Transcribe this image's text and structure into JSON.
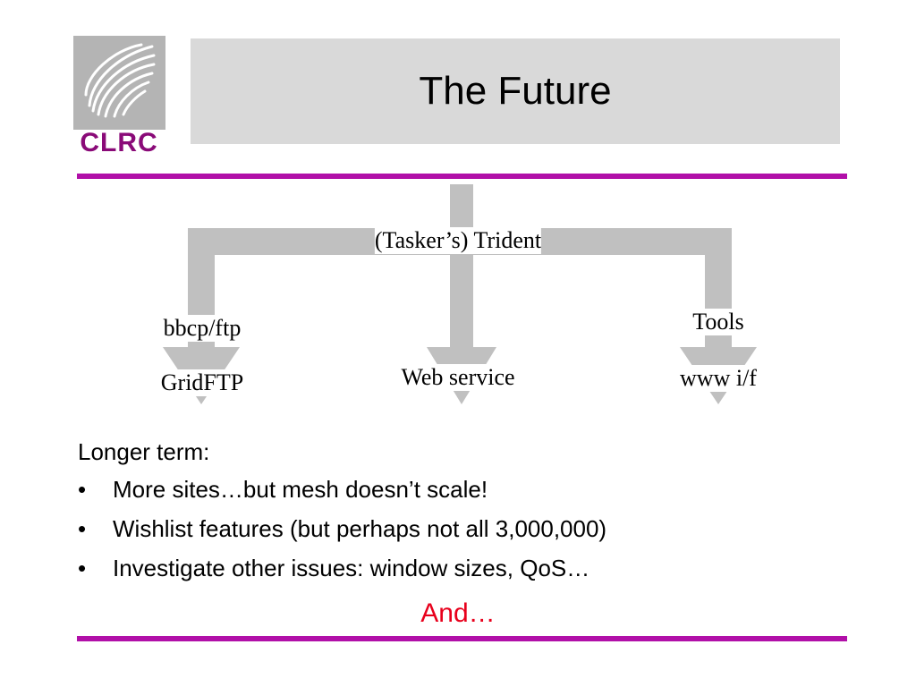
{
  "logo": {
    "name": "CLRC"
  },
  "slide": {
    "title": "The Future"
  },
  "diagram": {
    "root": "(Tasker’s) Trident",
    "left": [
      "bbcp/ftp",
      "GridFTP"
    ],
    "center": [
      "Web service"
    ],
    "right": [
      "Tools",
      "www i/f"
    ]
  },
  "body": {
    "intro": "Longer term:",
    "bullet_marker": "•",
    "bullets": [
      "More sites…but mesh doesn’t scale!",
      "Wishlist features (but perhaps not all 3,000,000)",
      "Investigate other issues: window sizes, QoS…"
    ],
    "closing": "And…"
  },
  "colors": {
    "rule": "#b10fa8",
    "closing_text": "#e8001c",
    "arrow": "#c0c0c0",
    "title_background": "#d9d9d9",
    "logo_background": "#b4b4b4",
    "logo_text": "#8a0a78"
  }
}
